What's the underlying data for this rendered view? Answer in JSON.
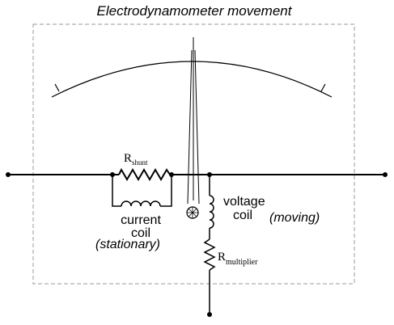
{
  "diagram": {
    "title": "Electrodynamometer movement",
    "r_shunt": {
      "main": "R",
      "sub": "shunt"
    },
    "r_multiplier": {
      "main": "R",
      "sub": "multiplier"
    },
    "current_coil": {
      "line1": "current",
      "line2": "coil",
      "note": "(stationary)"
    },
    "voltage_coil": {
      "line1": "voltage",
      "line2": "coil",
      "note": "(moving)"
    }
  }
}
